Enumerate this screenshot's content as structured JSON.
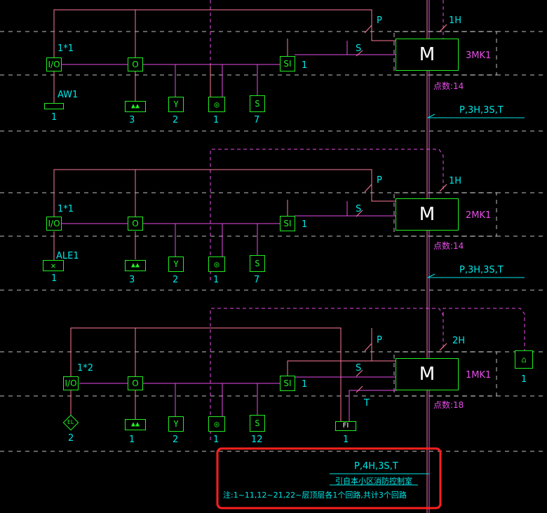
{
  "colors": {
    "background": "#000000",
    "device": "#22ee22",
    "label": "#00e6e6",
    "wire": "#ff7a99",
    "bus": "#e64de6",
    "highlight": "#ff2020"
  },
  "floors": [
    {
      "name": "3MK1",
      "count": "点数:14",
      "io": {
        "label": "I/O",
        "tag": "1*1"
      },
      "dev": {
        "label": "AW1",
        "num": "1"
      },
      "items": [
        {
          "label": "O",
          "num": ""
        },
        {
          "label": "",
          "num": "3"
        },
        {
          "label": "",
          "num": "2"
        },
        {
          "label": "",
          "num": "1"
        },
        {
          "label": "",
          "num": "7"
        }
      ],
      "si": {
        "label": "SI",
        "num": "1"
      },
      "wires": {
        "p": "P",
        "s": "S",
        "h": "1H"
      },
      "riser": "P,3H,3S,T"
    },
    {
      "name": "2MK1",
      "count": "点数:14",
      "io": {
        "label": "I/O",
        "tag": "1*1"
      },
      "dev": {
        "label": "ALE1",
        "num": "1"
      },
      "items": [
        {
          "label": "O",
          "num": ""
        },
        {
          "label": "",
          "num": "3"
        },
        {
          "label": "",
          "num": "2"
        },
        {
          "label": "",
          "num": "1"
        },
        {
          "label": "",
          "num": "7"
        }
      ],
      "si": {
        "label": "SI",
        "num": "1"
      },
      "wires": {
        "p": "P",
        "s": "S",
        "h": "1H"
      },
      "riser": "P,3H,3S,T"
    },
    {
      "name": "1MK1",
      "count": "点数:18",
      "io": {
        "label": "I/O",
        "tag": "1*2"
      },
      "dev": {
        "label": "EL",
        "num": "2"
      },
      "items": [
        {
          "label": "O",
          "num": ""
        },
        {
          "label": "",
          "num": "1"
        },
        {
          "label": "",
          "num": "2"
        },
        {
          "label": "",
          "num": "1"
        },
        {
          "label": "",
          "num": "12"
        }
      ],
      "si": {
        "label": "SI",
        "num": "1"
      },
      "fi": {
        "label": "FI",
        "num": "1"
      },
      "wires": {
        "p": "P",
        "s": "S",
        "t": "T",
        "h": "2H"
      },
      "bell": {
        "num": "1"
      }
    }
  ],
  "controller_label": "M",
  "footer": {
    "cable": "P,4H,3S,T",
    "line1": "引自本小区消防控制室",
    "line2": "注:1~11,12~21,22~层顶层各1个回路,共计3个回路"
  }
}
